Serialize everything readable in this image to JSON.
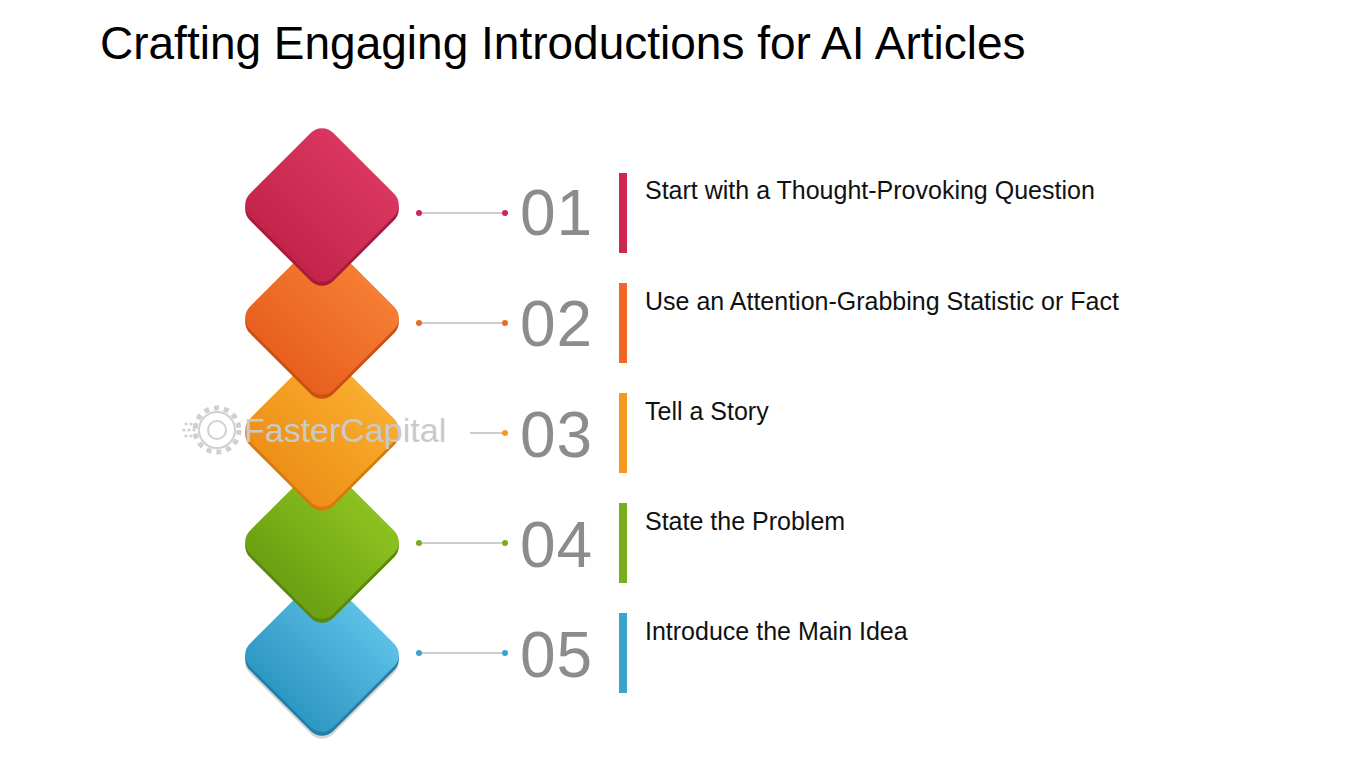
{
  "diagram": {
    "title": "Crafting Engaging Introductions for AI Articles",
    "labels": [
      "01",
      "Start with a Thought-Provoking Question",
      "02",
      "Use an Attention-Grabbing Statistic or Fact",
      "03",
      "Tell a Story",
      "04",
      "State the Problem",
      "05",
      "Introduce the Main Idea",
      "FasterCapital"
    ]
  }
}
